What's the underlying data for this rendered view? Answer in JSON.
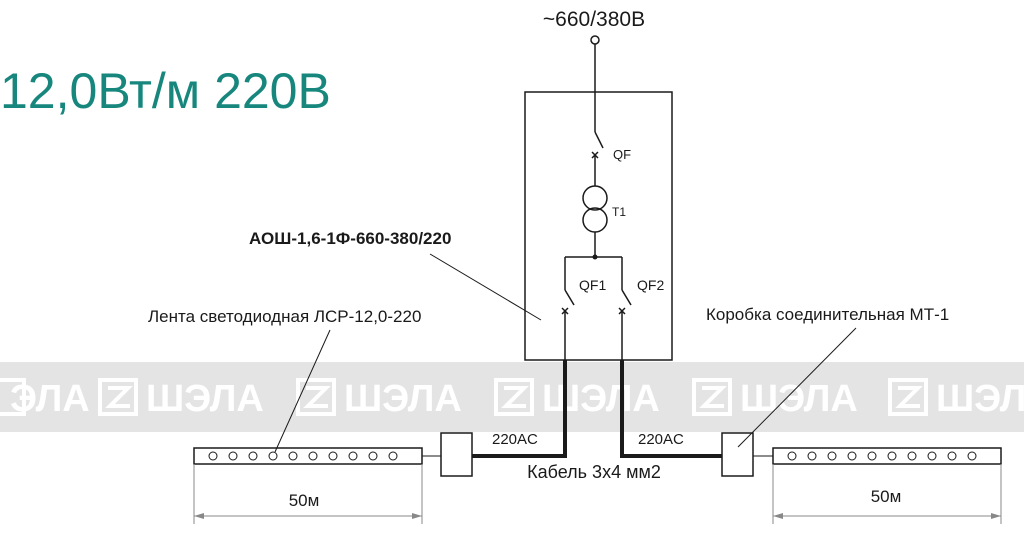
{
  "heading": "12,0Вт/м 220В",
  "supply_label": "~660/380В",
  "cabinet_label": "АОШ-1,6-1Ф-660-380/220",
  "breaker_main": "QF",
  "transformer": "T1",
  "breaker_1": "QF1",
  "breaker_2": "QF2",
  "strip_label": "Лента светодиодная ЛСР-12,0-220",
  "box_label": "Коробка соединительная МТ-1",
  "cable_label": "Кабель 3х4 мм2",
  "left_voltage": "220AC",
  "right_voltage": "220AC",
  "left_length": "50м",
  "right_length": "50м",
  "watermark": [
    "ЭЛА",
    "ШЭЛА",
    "ШЭЛА",
    "ШЭЛА",
    "ШЭЛА",
    "ШЭЛ"
  ],
  "colors": {
    "heading": "#17877e",
    "line": "#1a1a1a",
    "watermark_band": "#e4e4e4",
    "watermark_text": "#ffffff",
    "dimension": "#888888"
  }
}
